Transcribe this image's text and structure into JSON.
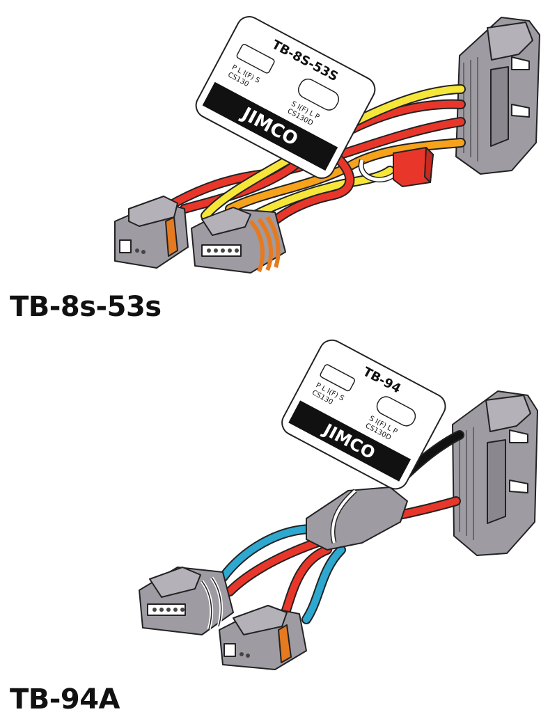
{
  "harness_1": {
    "caption": "TB-8s-53s",
    "tag": {
      "model": "TB-8S-53S",
      "upper_pins": "P L I(F) S",
      "upper_model": "CS130",
      "lower_pins": "S I(F) L P",
      "lower_model": "CS130D",
      "brand": "JIMCO"
    }
  },
  "harness_2": {
    "caption": "TB-94A",
    "tag": {
      "model": "TB-94",
      "upper_pins": "P L I(F) S",
      "upper_model": "CS130",
      "lower_pins": "S I(F) L P",
      "lower_model": "CS130D",
      "brand": "JIMCO"
    }
  },
  "colors": {
    "connector_body": "#9e9ba2",
    "connector_dark": "#6f6c73",
    "wire_red": "#e8372a",
    "wire_yellow": "#f6e63a",
    "wire_orange": "#f7a21b",
    "wire_blue": "#2ea8cf",
    "wire_black": "#111111",
    "seal_orange": "#e67a20"
  }
}
